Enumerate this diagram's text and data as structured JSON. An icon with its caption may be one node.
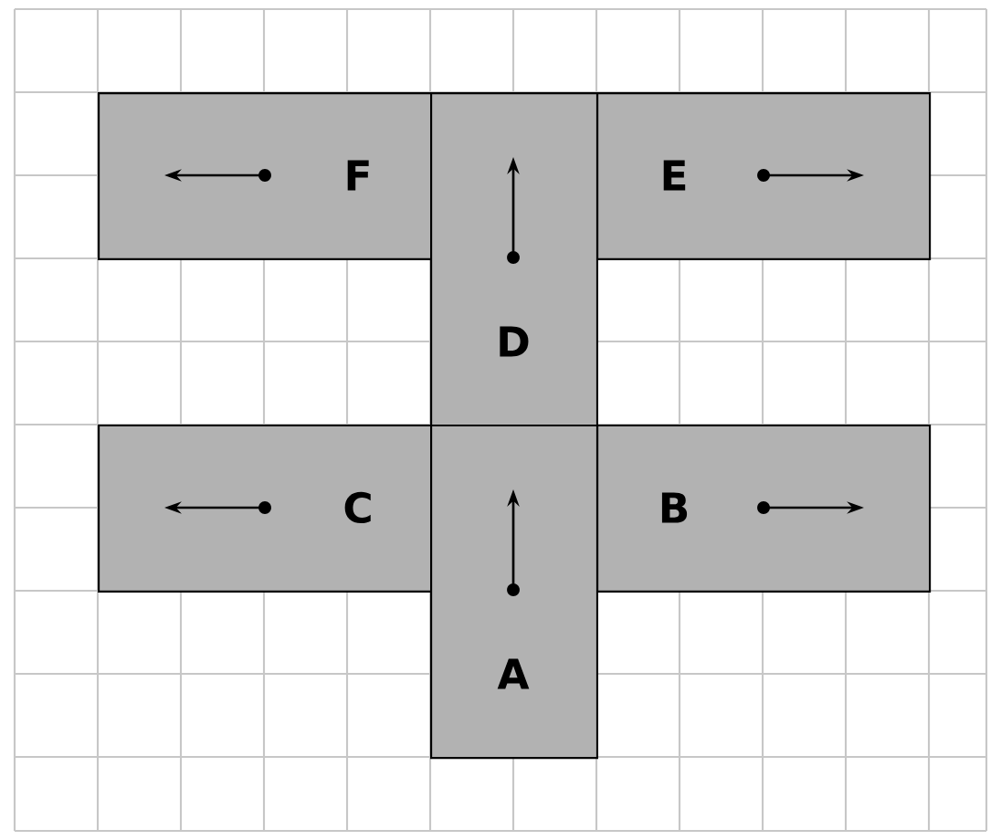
{
  "diagram": {
    "nodes": [
      {
        "text": [
          "F"
        ]
      },
      {
        "text": [
          "D"
        ]
      },
      {
        "text": [
          "E"
        ]
      },
      {
        "text": [
          "C"
        ]
      },
      {
        "text": [
          "A"
        ]
      },
      {
        "text": [
          "B"
        ]
      }
    ]
  }
}
